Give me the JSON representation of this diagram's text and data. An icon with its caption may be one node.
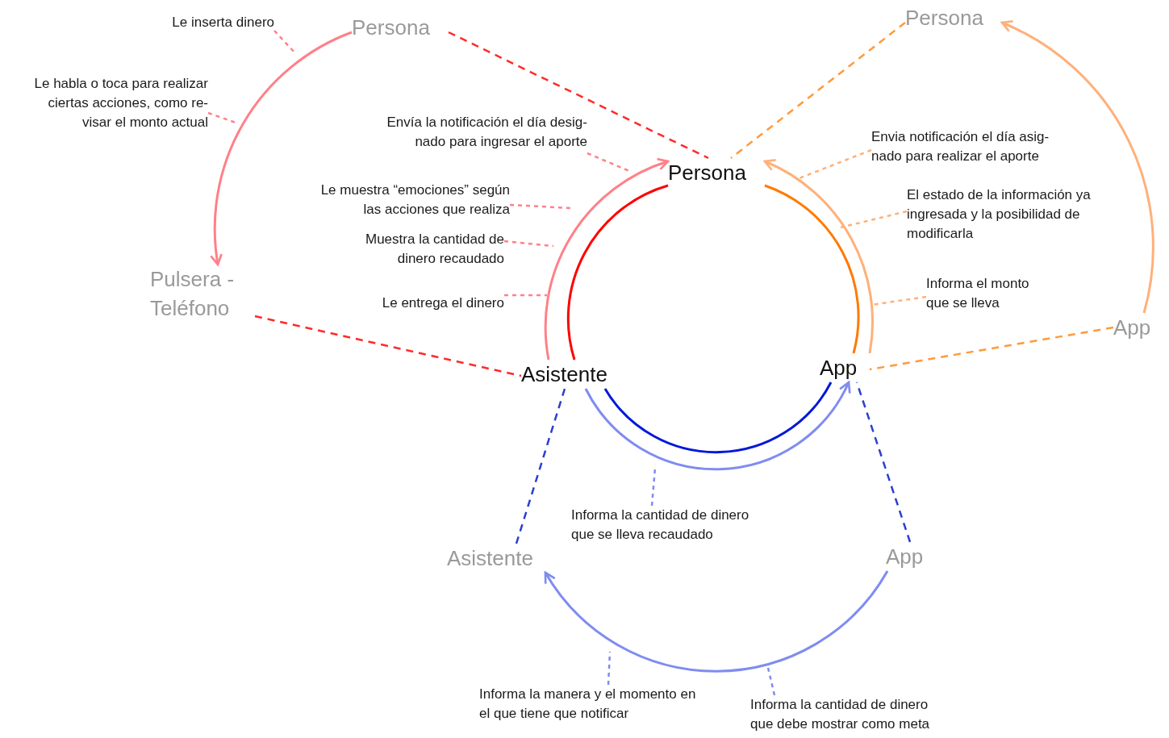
{
  "diagram": {
    "nodes": [
      {
        "text": [
          "Persona"
        ]
      },
      {
        "text": [
          "Persona"
        ]
      },
      {
        "text": [
          "Pulsera - Teléfono"
        ]
      },
      {
        "text": [
          "Persona"
        ]
      },
      {
        "text": [
          "App"
        ]
      },
      {
        "text": [
          "Asistente"
        ]
      },
      {
        "text": [
          "App"
        ]
      },
      {
        "text": [
          "Asistente"
        ]
      },
      {
        "text": [
          "App"
        ]
      },
      {
        "text": [
          "Le inserta dinero"
        ]
      },
      {
        "text": [
          "Le habla o toca para realizar ciertas acciones, como re- visar el monto actual"
        ]
      },
      {
        "text": [
          "Envía la notificación el día desig- nado para ingresar el aporte"
        ]
      },
      {
        "text": [
          "Le muestra “emociones” según las acciones que realiza"
        ]
      },
      {
        "text": [
          "Muestra la cantidad de dinero recaudado"
        ]
      },
      {
        "text": [
          "Le entrega el dinero"
        ]
      },
      {
        "text": [
          "Envia notificación el día asig- nado para realizar el aporte"
        ]
      },
      {
        "text": [
          "El estado de la información ya ingresada y la posibilidad de modificarla"
        ]
      },
      {
        "text": [
          "Informa el monto que se lleva"
        ]
      },
      {
        "text": [
          "Informa la cantidad de dinero que se lleva recaudado"
        ]
      },
      {
        "text": [
          "Informa la manera y el momento en el que tiene que notificar"
        ]
      },
      {
        "text": [
          "Informa la cantidad de dinero que debe mostrar como meta"
        ]
      }
    ],
    "edges": [
      {
        "from": 0,
        "to": 3,
        "arrow": "none",
        "style": "dashed",
        "color": "#ff2a2a"
      },
      {
        "from": 2,
        "to": 5,
        "arrow": "none",
        "style": "dashed",
        "color": "#ff2a2a"
      },
      {
        "from": 1,
        "to": 3,
        "arrow": "none",
        "style": "dashed",
        "color": "#ff9a3c"
      },
      {
        "from": 4,
        "to": 6,
        "arrow": "none",
        "style": "dashed",
        "color": "#ff9a3c"
      },
      {
        "from": 7,
        "to": 5,
        "arrow": "none",
        "style": "dashed",
        "color": "#2a3fd0"
      },
      {
        "from": 8,
        "to": 6,
        "arrow": "none",
        "style": "dashed",
        "color": "#2a3fd0"
      },
      {
        "from": 3,
        "to": 5,
        "arrow": "none",
        "color": "#ff0000"
      },
      {
        "from": 3,
        "to": 6,
        "arrow": "none",
        "color": "#ff7a00"
      },
      {
        "from": 5,
        "to": 6,
        "arrow": "none",
        "color": "#0018d8"
      },
      {
        "from": 5,
        "to": 3,
        "arrow": "to",
        "color": "#ff8088"
      },
      {
        "from": 6,
        "to": 3,
        "arrow": "to",
        "color": "#ffb07a"
      },
      {
        "from": 5,
        "to": 6,
        "arrow": "to",
        "color": "#7f8cf0"
      },
      {
        "from": 0,
        "to": 2,
        "arrow": "to",
        "color": "#ff8088"
      },
      {
        "from": 4,
        "to": 1,
        "arrow": "to",
        "color": "#ffb07a"
      },
      {
        "from": 8,
        "to": 7,
        "arrow": "to",
        "color": "#7f8cf0"
      },
      {
        "from": 9,
        "to": null,
        "arrow": "none",
        "style": "dashed",
        "color": "#ff8088"
      },
      {
        "from": 10,
        "to": null,
        "arrow": "none",
        "style": "dashed",
        "color": "#ff8088"
      },
      {
        "from": 11,
        "to": null,
        "arrow": "none",
        "style": "dashed",
        "color": "#ff8088"
      },
      {
        "from": 12,
        "to": null,
        "arrow": "none",
        "style": "dashed",
        "color": "#ff8088"
      },
      {
        "from": 13,
        "to": null,
        "arrow": "none",
        "style": "dashed",
        "color": "#ff8088"
      },
      {
        "from": 14,
        "to": null,
        "arrow": "none",
        "style": "dashed",
        "color": "#ff8088"
      },
      {
        "from": 15,
        "to": null,
        "arrow": "none",
        "style": "dashed",
        "color": "#ffb07a"
      },
      {
        "from": 16,
        "to": null,
        "arrow": "none",
        "style": "dashed",
        "color": "#ffb07a"
      },
      {
        "from": 17,
        "to": null,
        "arrow": "none",
        "style": "dashed",
        "color": "#ffb07a"
      },
      {
        "from": 18,
        "to": null,
        "arrow": "none",
        "style": "dashed",
        "color": "#7f8cf0"
      },
      {
        "from": 19,
        "to": null,
        "arrow": "none",
        "style": "dashed",
        "color": "#7f8cf0"
      },
      {
        "from": 20,
        "to": null,
        "arrow": "none",
        "style": "dashed",
        "color": "#7f8cf0"
      }
    ]
  }
}
